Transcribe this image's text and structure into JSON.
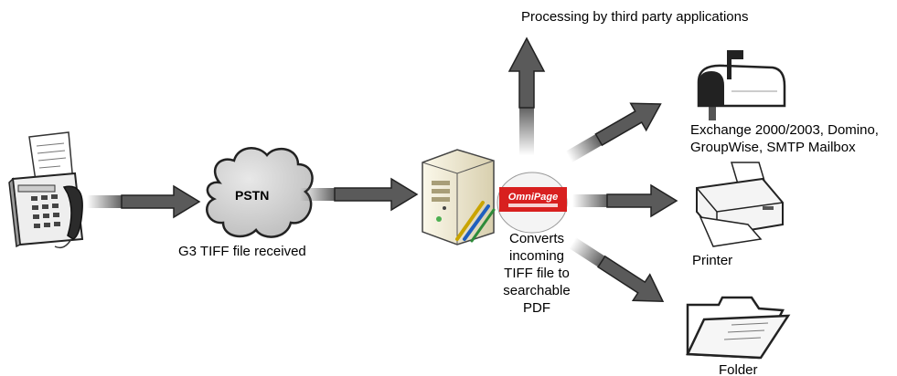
{
  "labels": {
    "processing": "Processing by third party applications",
    "mail_targets_line1": "Exchange 2000/2003, Domino,",
    "mail_targets_line2": "GroupWise, SMTP Mailbox",
    "pstn": "PSTN",
    "received": "G3 TIFF file received",
    "converts": [
      "Converts",
      "incoming",
      "TIFF file to",
      "searchable",
      "PDF"
    ],
    "printer": "Printer",
    "folder": "Folder",
    "omnipage": "OmniPage"
  },
  "colors": {
    "arrow_fill": "#5a5a5a",
    "arrow_stroke": "#222222",
    "cloud_fill": "#cfcfcf",
    "omnipage_red": "#d8201f",
    "server_beige": "#f2ecd6"
  }
}
